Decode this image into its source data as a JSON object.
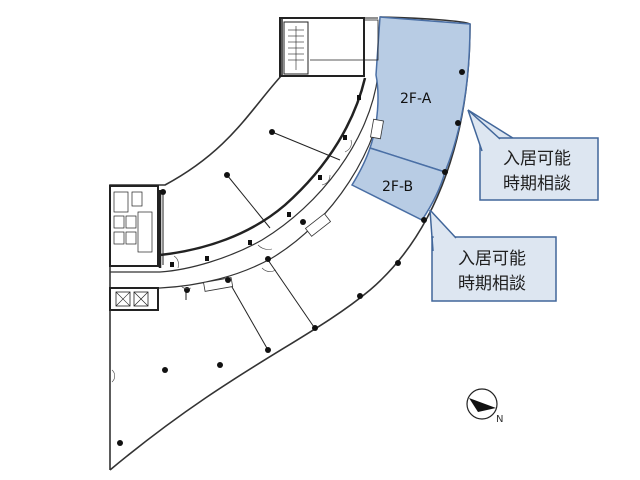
{
  "floor_plan": {
    "units": [
      {
        "label": "2F-A",
        "fill": "#b8cce4",
        "stroke": "#4a6fa5"
      },
      {
        "label": "2F-B",
        "fill": "#b8cce4",
        "stroke": "#4a6fa5"
      }
    ],
    "callouts": [
      {
        "line1": "入居可能",
        "line2": "時期相談",
        "fill": "#dde6f1",
        "stroke": "#41669a"
      },
      {
        "line1": "入居可能",
        "line2": "時期相談",
        "fill": "#dde6f1",
        "stroke": "#41669a"
      }
    ],
    "compass": {
      "direction_letter": "N",
      "icon": "north-arrow-icon"
    },
    "colors": {
      "wall": "#222222",
      "column": "#111111",
      "outline": "#333333"
    }
  }
}
